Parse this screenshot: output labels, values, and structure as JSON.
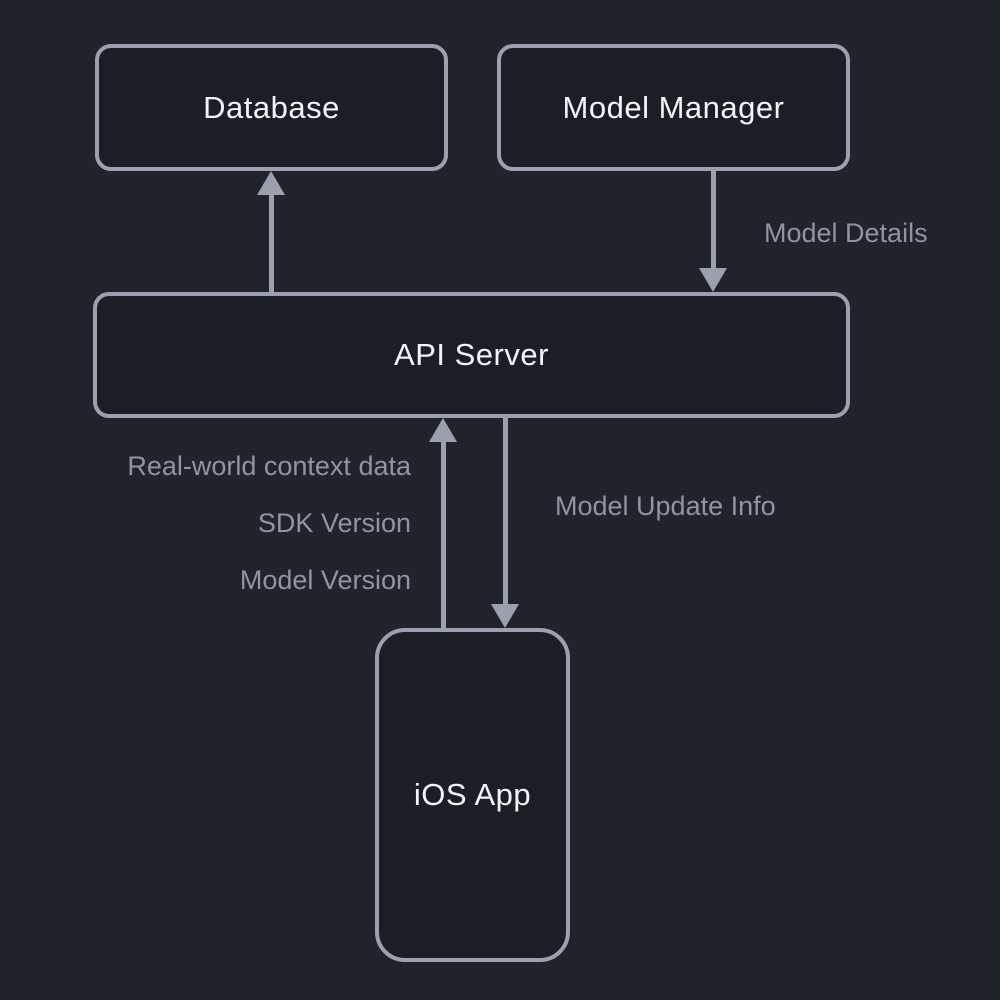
{
  "diagram": {
    "nodes": [
      {
        "id": "database",
        "label": "Database"
      },
      {
        "id": "model-manager",
        "label": "Model Manager"
      },
      {
        "id": "api-server",
        "label": "API Server"
      },
      {
        "id": "ios-app",
        "label": "iOS App"
      }
    ],
    "edges": [
      {
        "from": "api-server",
        "to": "database",
        "label": ""
      },
      {
        "from": "model-manager",
        "to": "api-server",
        "label": "Model Details"
      },
      {
        "from": "ios-app",
        "to": "api-server",
        "labels": [
          "Real-world context data",
          "SDK Version",
          "Model Version"
        ]
      },
      {
        "from": "api-server",
        "to": "ios-app",
        "label": "Model Update Info"
      }
    ],
    "colors": {
      "background": "#20232c",
      "node_fill": "#1b1e27",
      "stroke": "#9aa0ad",
      "node_text": "#f4f4f6",
      "edge_label_text": "#8f94a4"
    }
  }
}
